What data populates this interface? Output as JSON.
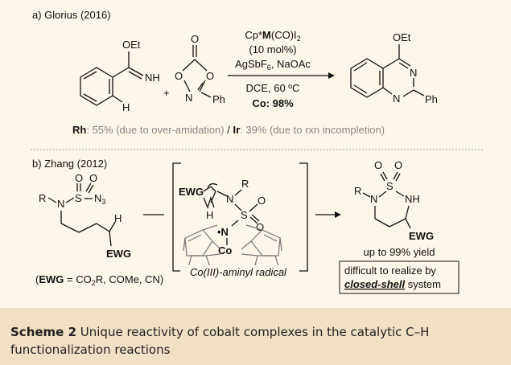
{
  "section_a": {
    "title": "a) Glorius (2016)",
    "r1": {
      "oet": "OEt",
      "nh": "NH",
      "h": "H"
    },
    "plus": "+",
    "r2": {
      "o_top": "O",
      "o_ring": "O",
      "n": "N",
      "ph": "Ph"
    },
    "conditions": {
      "catalyst_pre": "Cp*",
      "catalyst_m": "M",
      "catalyst_post": "(CO)I",
      "catalyst_sub": "2",
      "loading": "(10 mol%)",
      "additive_pre": "AgSbF",
      "additive_sub": "6",
      "additive_post": ", NaOAc",
      "solvent": "DCE, 60 ºC",
      "co_yield": "Co: 98%"
    },
    "product": {
      "oet": "OEt",
      "n1": "N",
      "n2": "N",
      "ph": "Ph"
    },
    "note": {
      "rh_label": "Rh",
      "rh_text": ": 55% (due to over-amidation)",
      "sep": " / ",
      "ir_label": "Ir",
      "ir_text": ": 39% (due to rxn incompletion)"
    }
  },
  "section_b": {
    "title": "b) Zhang (2012)",
    "sm": {
      "r": "R",
      "n": "N",
      "s": "S",
      "n3": "N",
      "n3_sub": "3",
      "o1": "O",
      "o2": "O",
      "h": "H",
      "ewg": "EWG"
    },
    "ewg_def": {
      "pre": "(",
      "ewg": "EWG",
      "eq": " = CO",
      "sub": "2",
      "post": "R, COMe, CN)"
    },
    "intermediate": {
      "ewg": "EWG",
      "h": "H",
      "n_top": "N",
      "r": "R",
      "s": "S",
      "o1": "O",
      "o2": "O",
      "n_rad": "•N",
      "co": "Co",
      "label": "Co(III)-aminyl radical"
    },
    "product": {
      "r": "R",
      "n": "N",
      "s": "S",
      "o1": "O",
      "o2": "O",
      "nh": "NH",
      "ewg": "EWG",
      "yield": "up to 99% yield"
    },
    "box": {
      "line1": "difficult to realize by",
      "line2_em": "closed-shell",
      "line2_rest": " system"
    }
  },
  "caption": {
    "label": "Scheme 2",
    "text": "  Unique reactivity of cobalt complexes in the catalytic C–H functionalization reactions"
  }
}
